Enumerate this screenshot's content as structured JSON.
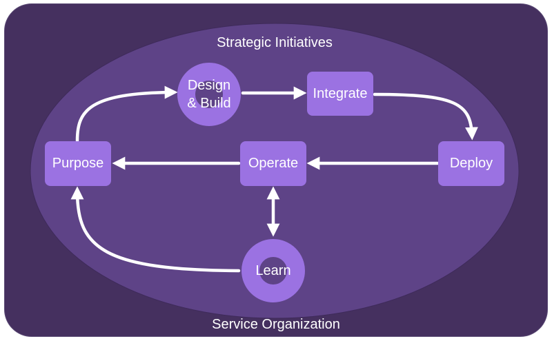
{
  "outer_label": "Service Organization",
  "inner_label": "Strategic Initiatives",
  "nodes": {
    "design": "Design\n& Build",
    "integrate": "Integrate",
    "deploy": "Deploy",
    "operate": "Operate",
    "purpose": "Purpose",
    "learn": "Learn"
  },
  "colors": {
    "outer_fill": "#45305f",
    "inner_fill": "#5e4387",
    "node_fill": "#9b72e2",
    "arrow": "#ffffff"
  }
}
